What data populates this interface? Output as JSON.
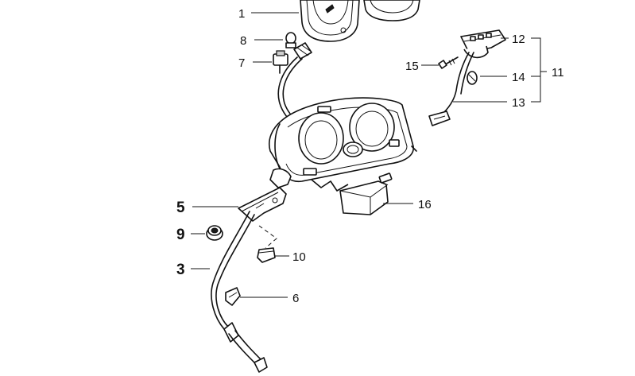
{
  "callouts": {
    "c1": "1",
    "c3": "3",
    "c5": "5",
    "c6": "6",
    "c7": "7",
    "c8": "8",
    "c9": "9",
    "c10": "10",
    "c11": "11",
    "c12": "12",
    "c13": "13",
    "c14": "14",
    "c15": "15",
    "c16": "16"
  }
}
